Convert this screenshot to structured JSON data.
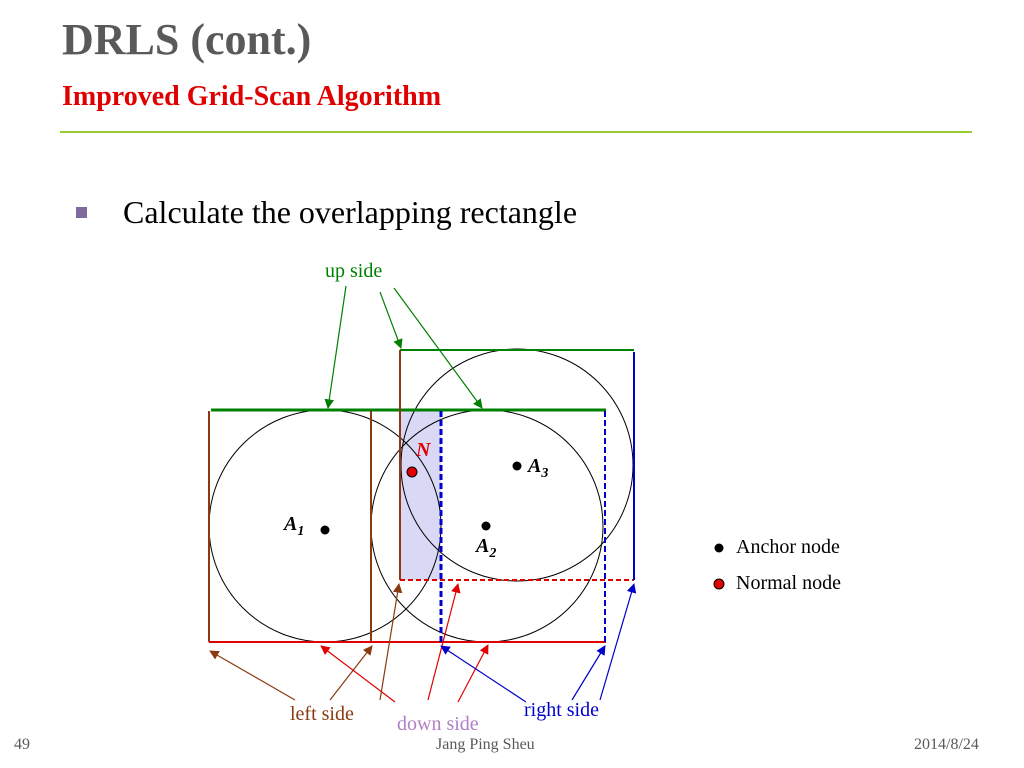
{
  "slide": {
    "title": "DRLS (cont.)",
    "subtitle": "Improved Grid-Scan Algorithm",
    "bullet": "Calculate the overlapping rectangle"
  },
  "diagram": {
    "labels": {
      "up_side": "up side",
      "left_side": "left side",
      "down_side": "down side",
      "right_side": "right side",
      "normal_node": "N"
    },
    "anchors": [
      {
        "name": "A",
        "subscript": "1"
      },
      {
        "name": "A",
        "subscript": "2"
      },
      {
        "name": "A",
        "subscript": "3"
      }
    ],
    "legend": {
      "anchor_node": "Anchor node",
      "normal_node": "Normal node"
    },
    "colors": {
      "up": "#008000",
      "left": "#8b3a0f",
      "down": "#e00000",
      "right": "#0000cc",
      "overlap_fill": "#d9d9f6",
      "down_label": "#b07fc7"
    }
  },
  "footer": {
    "page_number": "49",
    "author": "Jang Ping Sheu",
    "date": "2014/8/24"
  }
}
